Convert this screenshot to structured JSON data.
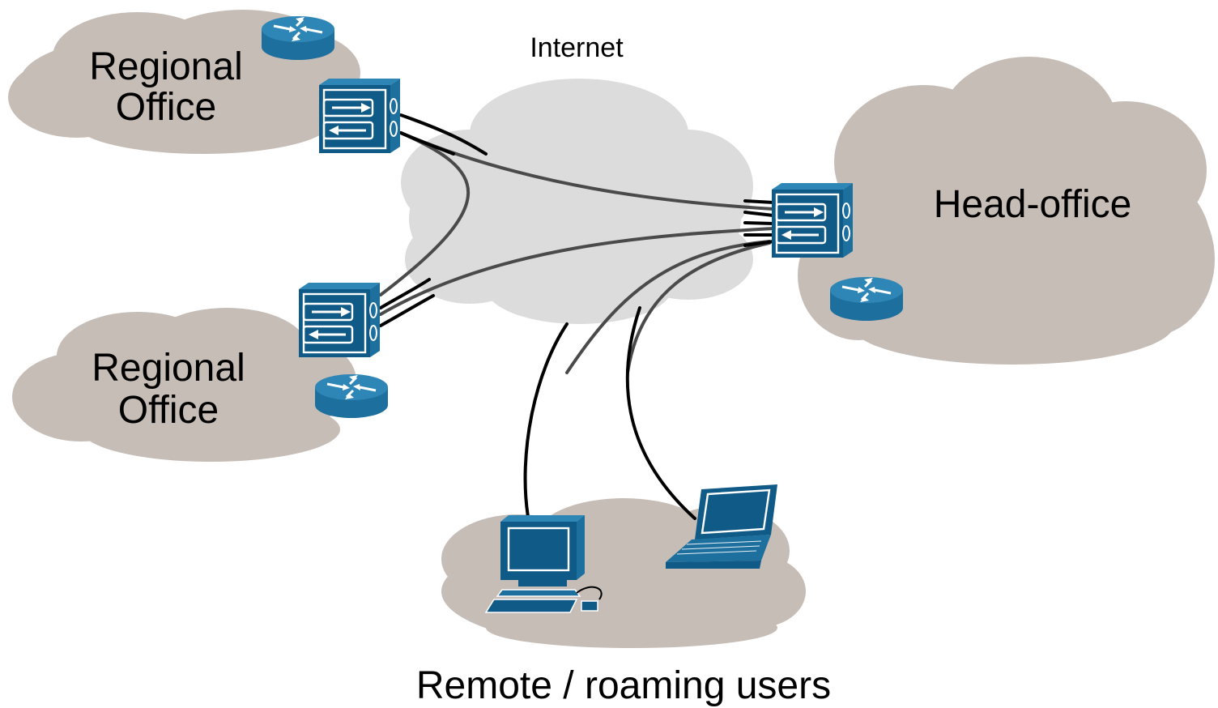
{
  "labels": {
    "internet": "Internet",
    "regional_office_top_line1": "Regional",
    "regional_office_top_line2": "Office",
    "regional_office_bottom_line1": "Regional",
    "regional_office_bottom_line2": "Office",
    "head_office": "Head-office",
    "remote_users": "Remote / roaming users"
  },
  "colors": {
    "office_cloud": "#c6bdb7",
    "internet_cloud": "#dcdcdc",
    "device": "#0f5a86",
    "link_dark": "#4a4a4a",
    "link_black": "#000000"
  },
  "devices": [
    "router-icon",
    "firewall-icon",
    "firewall-icon",
    "router-icon",
    "firewall-icon",
    "router-icon",
    "desktop-computer-icon",
    "laptop-icon"
  ]
}
